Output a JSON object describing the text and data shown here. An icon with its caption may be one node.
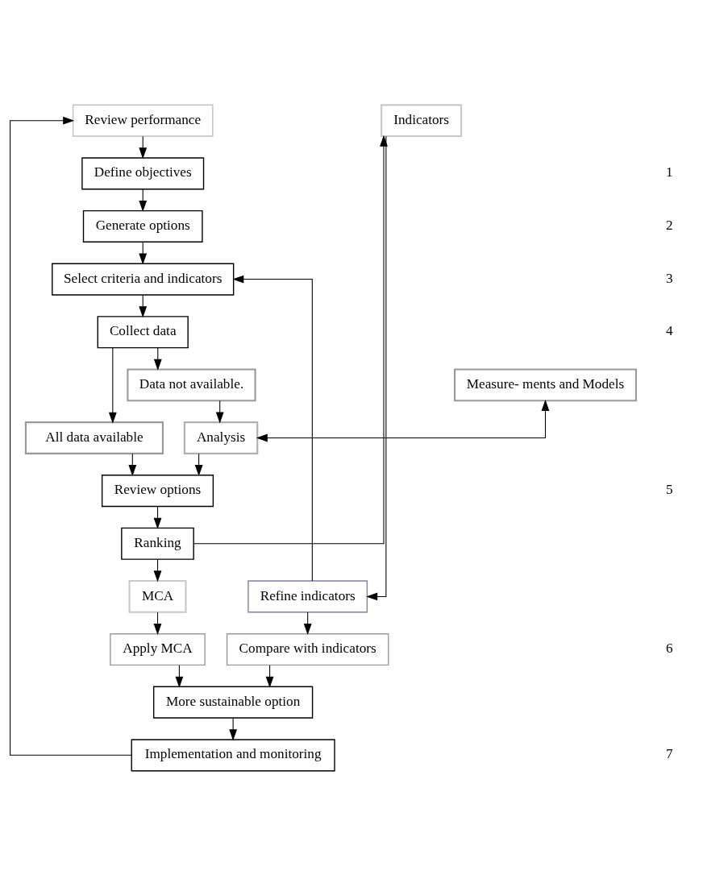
{
  "diagram": {
    "nodes": [
      {
        "text": [
          "Review performance"
        ]
      },
      {
        "text": [
          "Define objectives"
        ]
      },
      {
        "text": [
          "Generate options"
        ]
      },
      {
        "text": [
          "Select criteria and indicators"
        ]
      },
      {
        "text": [
          "Collect data"
        ]
      },
      {
        "text": [
          "All data available"
        ]
      },
      {
        "text": [
          "Data not available."
        ]
      },
      {
        "text": [
          "Measure- ments and Models"
        ]
      },
      {
        "text": [
          "Analysis"
        ]
      },
      {
        "text": [
          "Review options"
        ]
      },
      {
        "text": [
          "Refine indicators"
        ]
      },
      {
        "text": [
          "Indicators"
        ]
      },
      {
        "text": [
          "Ranking"
        ]
      },
      {
        "text": [
          "MCA"
        ]
      },
      {
        "text": [
          "Compare with indicators"
        ]
      },
      {
        "text": [
          "Apply MCA"
        ]
      },
      {
        "text": [
          "More sustainable option"
        ]
      },
      {
        "text": [
          "Implementation and monitoring"
        ]
      }
    ],
    "edges": [
      {
        "from": 0,
        "to": 1,
        "arrow": "to"
      },
      {
        "from": 1,
        "to": 2,
        "arrow": "to"
      },
      {
        "from": 2,
        "to": 3,
        "arrow": "to"
      },
      {
        "from": 3,
        "to": 4,
        "arrow": "to"
      },
      {
        "from": 4,
        "to": 5,
        "arrow": "to"
      },
      {
        "from": 4,
        "to": 6,
        "arrow": "to"
      },
      {
        "from": 6,
        "to": 8,
        "arrow": "to"
      },
      {
        "from": 7,
        "to": 8,
        "arrow": "both"
      },
      {
        "from": 5,
        "to": 9,
        "arrow": "to"
      },
      {
        "from": 8,
        "to": 9,
        "arrow": "to"
      },
      {
        "from": 9,
        "to": 12,
        "arrow": "to"
      },
      {
        "from": 12,
        "to": 11,
        "arrow": "to"
      },
      {
        "from": 11,
        "to": 10,
        "arrow": "to"
      },
      {
        "from": 12,
        "to": 13,
        "arrow": "to"
      },
      {
        "from": 10,
        "to": 3,
        "arrow": "to"
      },
      {
        "from": 10,
        "to": 14,
        "arrow": "to"
      },
      {
        "from": 13,
        "to": 15,
        "arrow": "to"
      },
      {
        "from": 14,
        "to": 16,
        "arrow": "to"
      },
      {
        "from": 15,
        "to": 16,
        "arrow": "to"
      },
      {
        "from": 16,
        "to": 17,
        "arrow": "to"
      },
      {
        "from": 17,
        "to": 0,
        "arrow": "to"
      }
    ],
    "labels": [
      "1",
      "2",
      "3",
      "4",
      "5",
      "6",
      "7"
    ]
  }
}
